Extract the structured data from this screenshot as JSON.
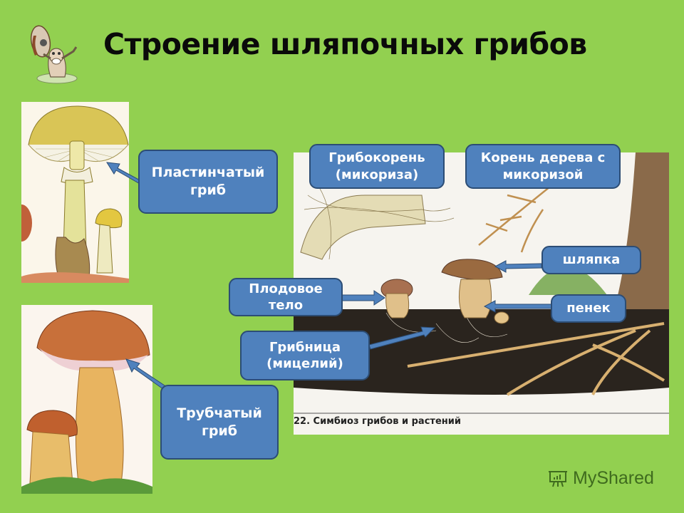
{
  "slide": {
    "title": "Строение шляпочных грибов",
    "background_color": "#92d050",
    "label_color": "#4f81bd",
    "label_border_color": "#2c4d75"
  },
  "mascot": {
    "icon": "mushroom-character-icon"
  },
  "images": {
    "gilled_mushroom": {
      "label_line1": "Пластинчатый",
      "label_line2": "гриб"
    },
    "tubular_mushroom": {
      "label_line1": "Трубчатый",
      "label_line2": "гриб"
    }
  },
  "diagram": {
    "labels": {
      "mycorrhiza_line1": "Грибокорень",
      "mycorrhiza_line2": "(микориза)",
      "tree_root_line1": "Корень дерева с",
      "tree_root_line2": "микоризой",
      "cap": "шляпка",
      "stem": "пенек",
      "fruit_body_line1": "Плодовое",
      "fruit_body_line2": "тело",
      "mycelium_line1": "Грибница",
      "mycelium_line2": "(мицелий)"
    },
    "caption": "22. Симбиоз грибов и растений"
  },
  "watermark": {
    "text": "MyShared",
    "icon": "presentation-board-icon"
  }
}
